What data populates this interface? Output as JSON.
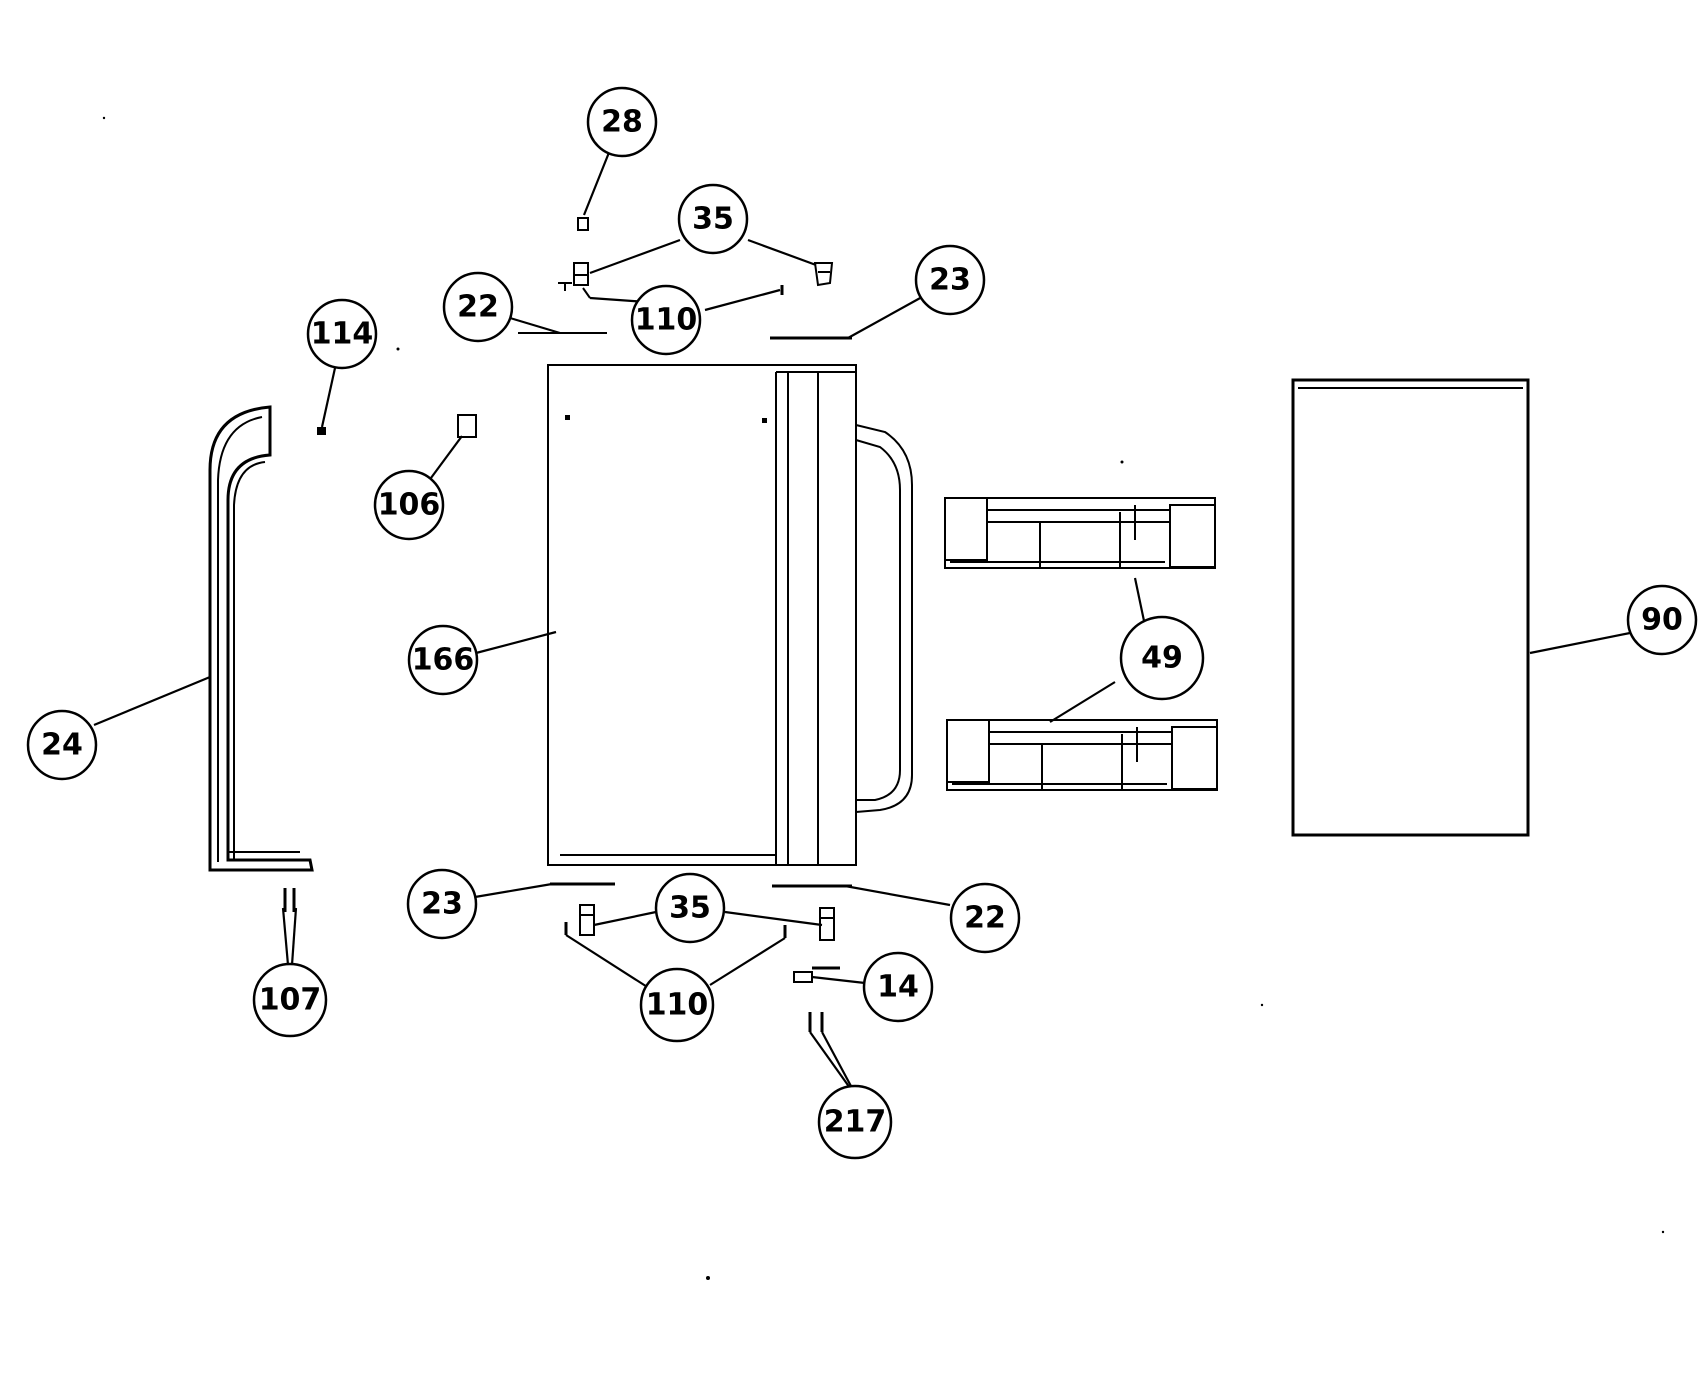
{
  "callouts": {
    "c28": "28",
    "c35_top": "35",
    "c110_top": "110",
    "c22_top": "22",
    "c23_top": "23",
    "c114": "114",
    "c106": "106",
    "c166": "166",
    "c24": "24",
    "c49": "49",
    "c90": "90",
    "c23_bottom": "23",
    "c35_bottom": "35",
    "c22_bottom": "22",
    "c110_bottom": "110",
    "c107": "107",
    "c14": "14",
    "c217": "217"
  }
}
